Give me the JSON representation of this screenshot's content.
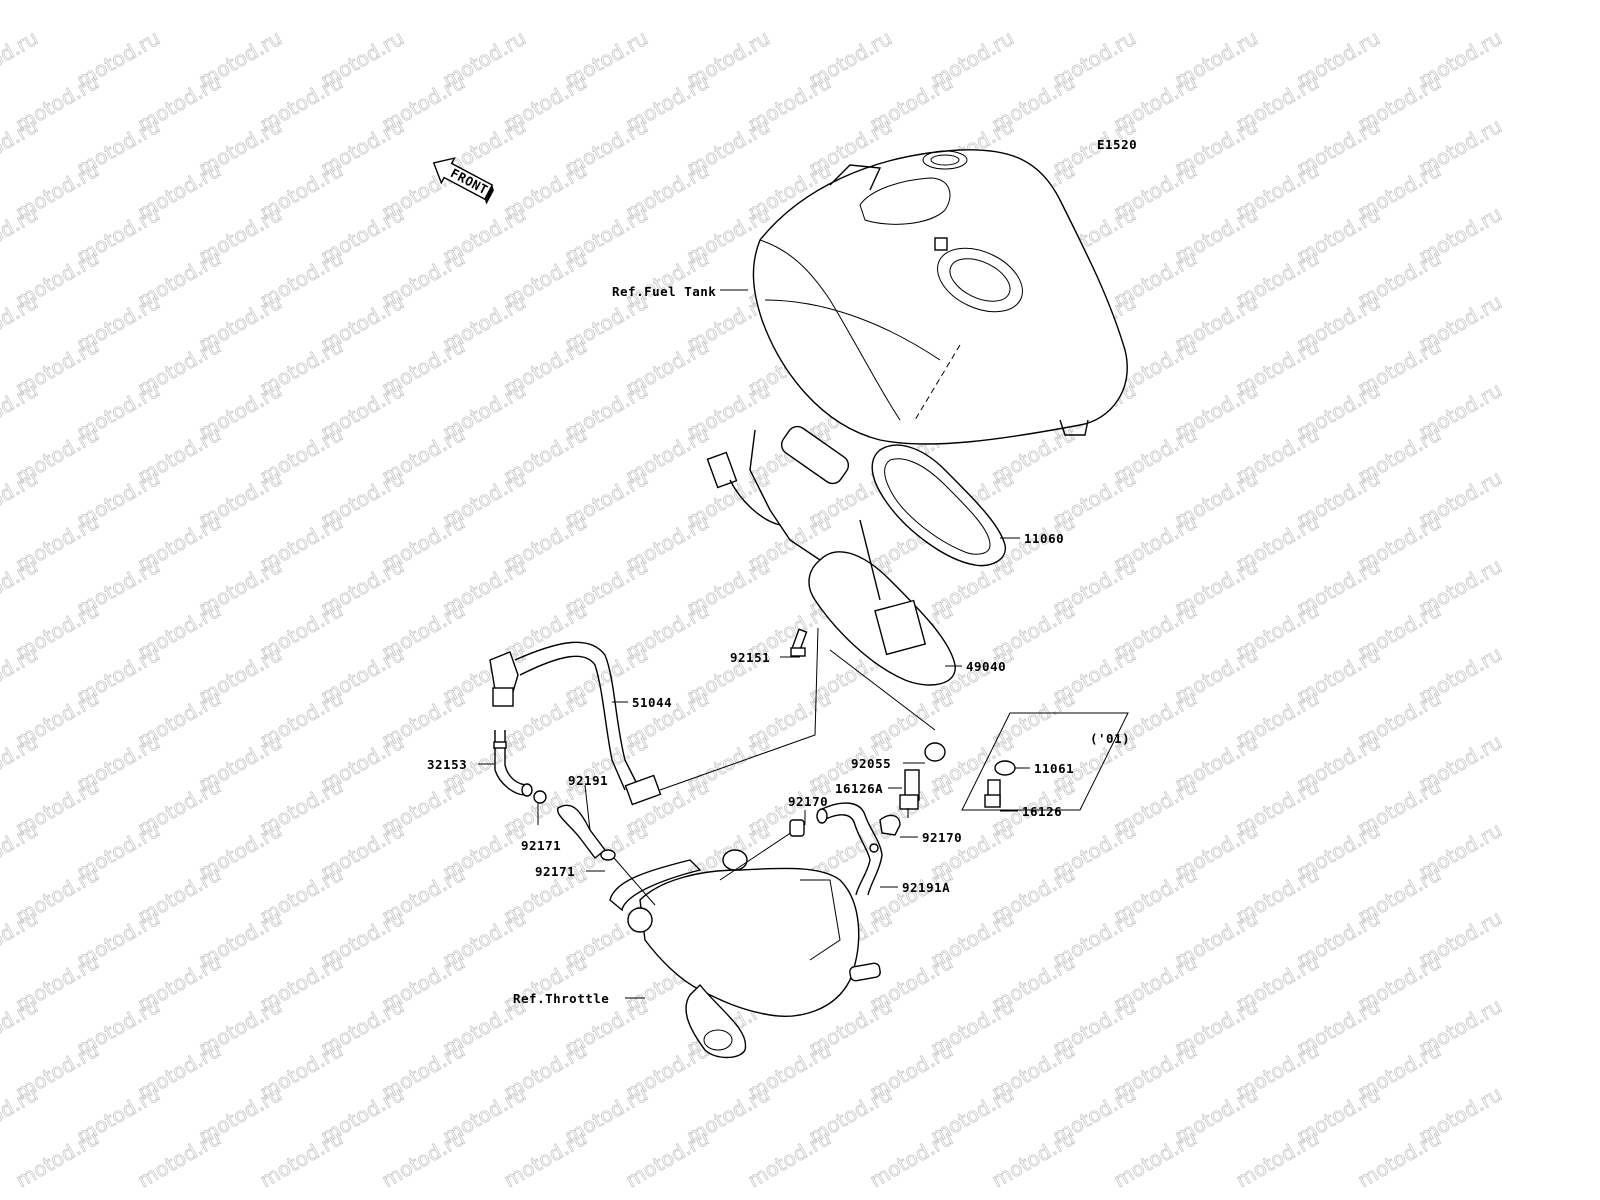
{
  "watermark": "motod.ru",
  "diagram_code": "E1520",
  "front_arrow": "FRONT",
  "callouts": {
    "ref_fuel_tank": "Ref.Fuel Tank",
    "p11060": "11060",
    "p92151": "92151",
    "p49040": "49040",
    "p51044": "51044",
    "p32153": "32153",
    "p92191": "92191",
    "p92171a": "92171",
    "p92171b": "92171",
    "p92055": "92055",
    "p16126A": "16126A",
    "p92170a": "92170",
    "p92170b": "92170",
    "p92191A": "92191A",
    "ref_throttle": "Ref.Throttle",
    "variant_label": "('01)",
    "p11061": "11061",
    "p16126": "16126"
  }
}
